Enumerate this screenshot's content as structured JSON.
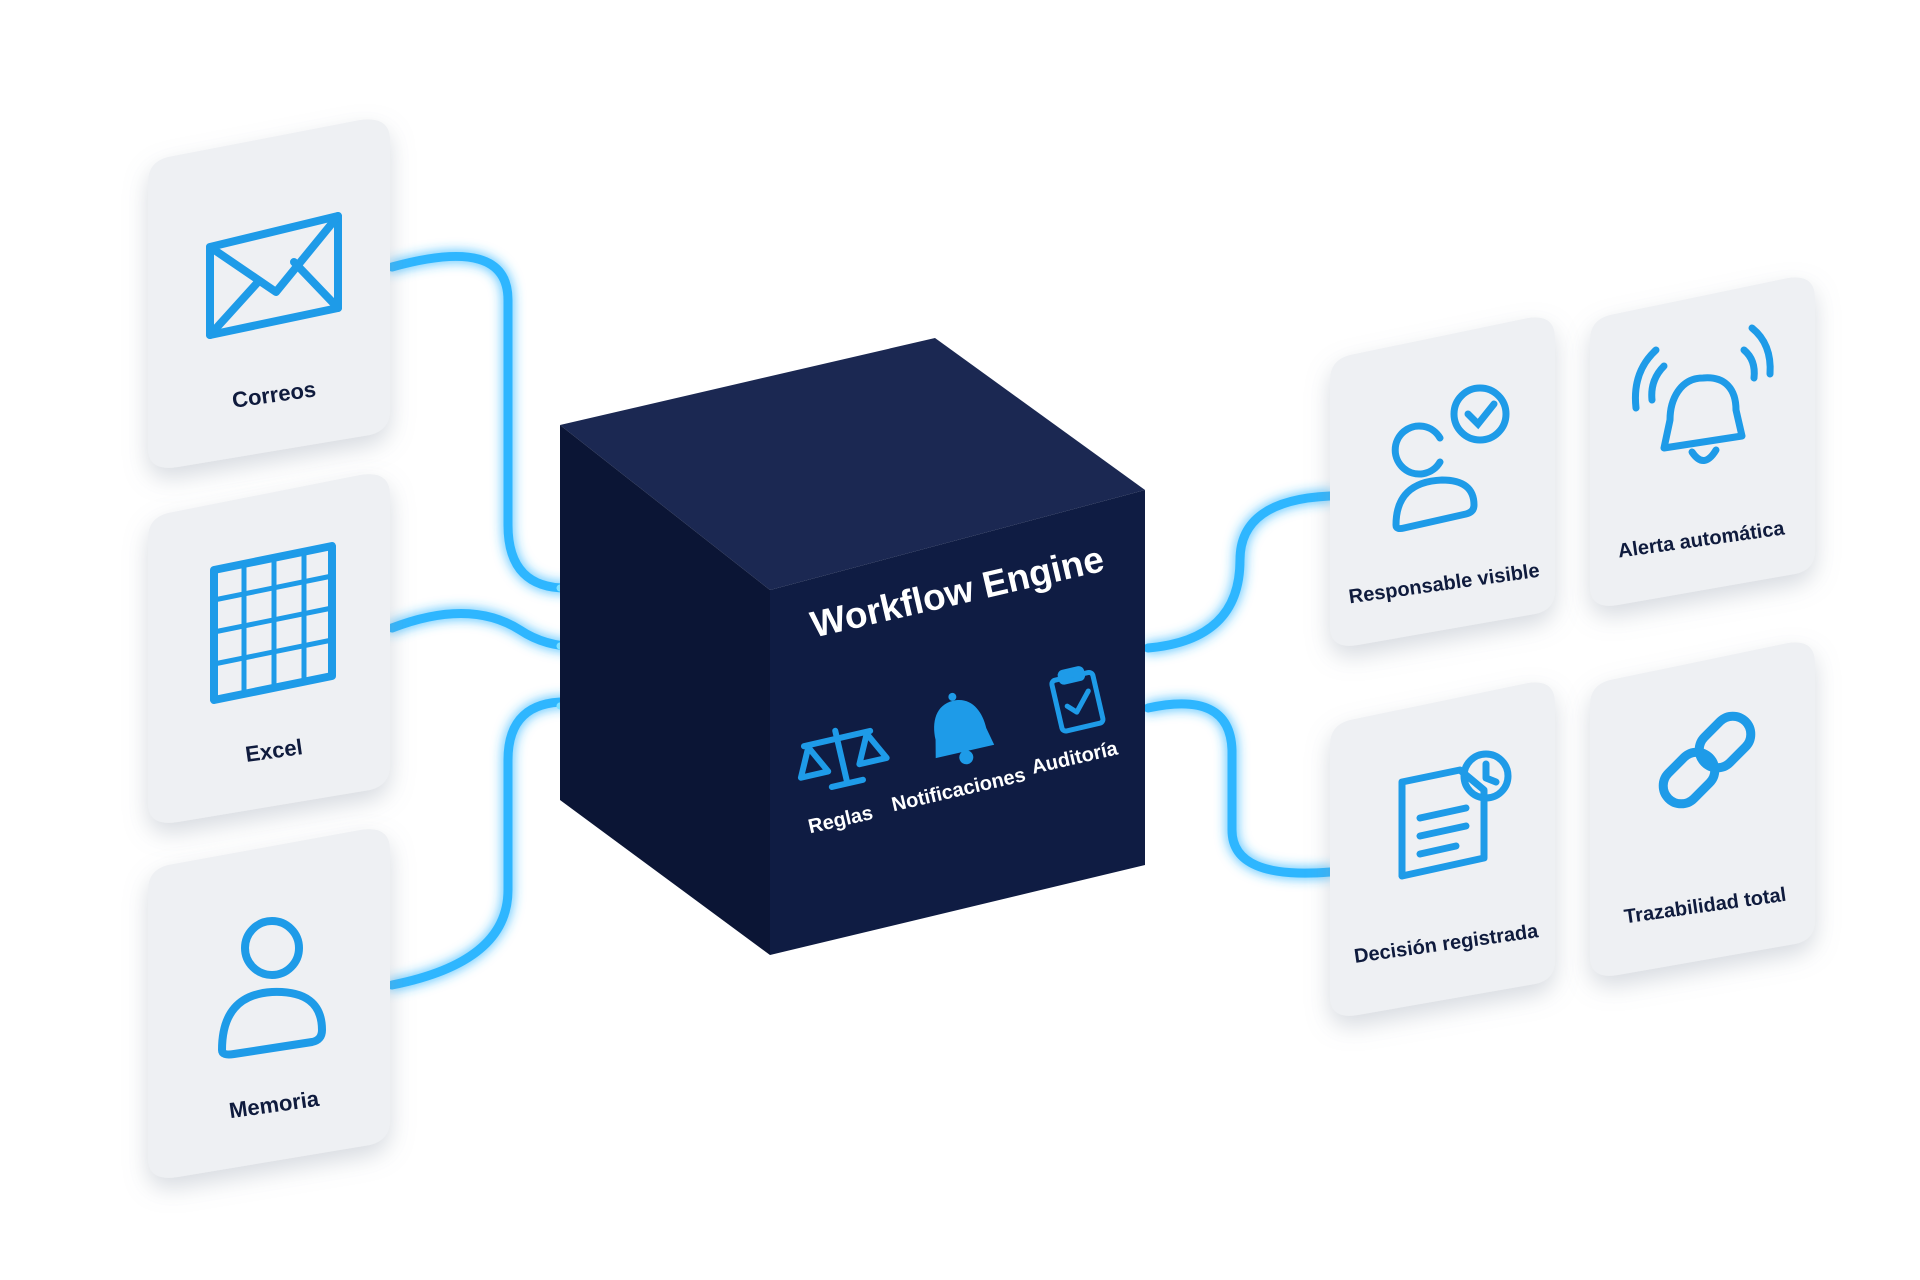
{
  "engine": {
    "title": "Workflow Engine",
    "features": [
      {
        "label": "Reglas",
        "icon": "scales-icon"
      },
      {
        "label": "Notificaciones",
        "icon": "bell-icon"
      },
      {
        "label": "Auditoría",
        "icon": "clipboard-check-icon"
      }
    ]
  },
  "inputs": [
    {
      "label": "Correos",
      "icon": "envelope-icon"
    },
    {
      "label": "Excel",
      "icon": "spreadsheet-icon"
    },
    {
      "label": "Memoria",
      "icon": "person-icon"
    }
  ],
  "outputs": [
    {
      "label": "Responsable visible",
      "icon": "person-check-icon"
    },
    {
      "label": "Alerta automática",
      "icon": "ringing-bell-icon"
    },
    {
      "label": "Decisión registrada",
      "icon": "document-clock-icon"
    },
    {
      "label": "Trazabilidad total",
      "icon": "chain-link-icon"
    }
  ],
  "colors": {
    "accent": "#1e9be8",
    "glow": "#3fc3ff",
    "cube_front": "#0e1a3f",
    "cube_top": "#1a2750",
    "cube_side": "#0a1432",
    "card": "#eef0f3",
    "card_text": "#0f1b3d"
  }
}
